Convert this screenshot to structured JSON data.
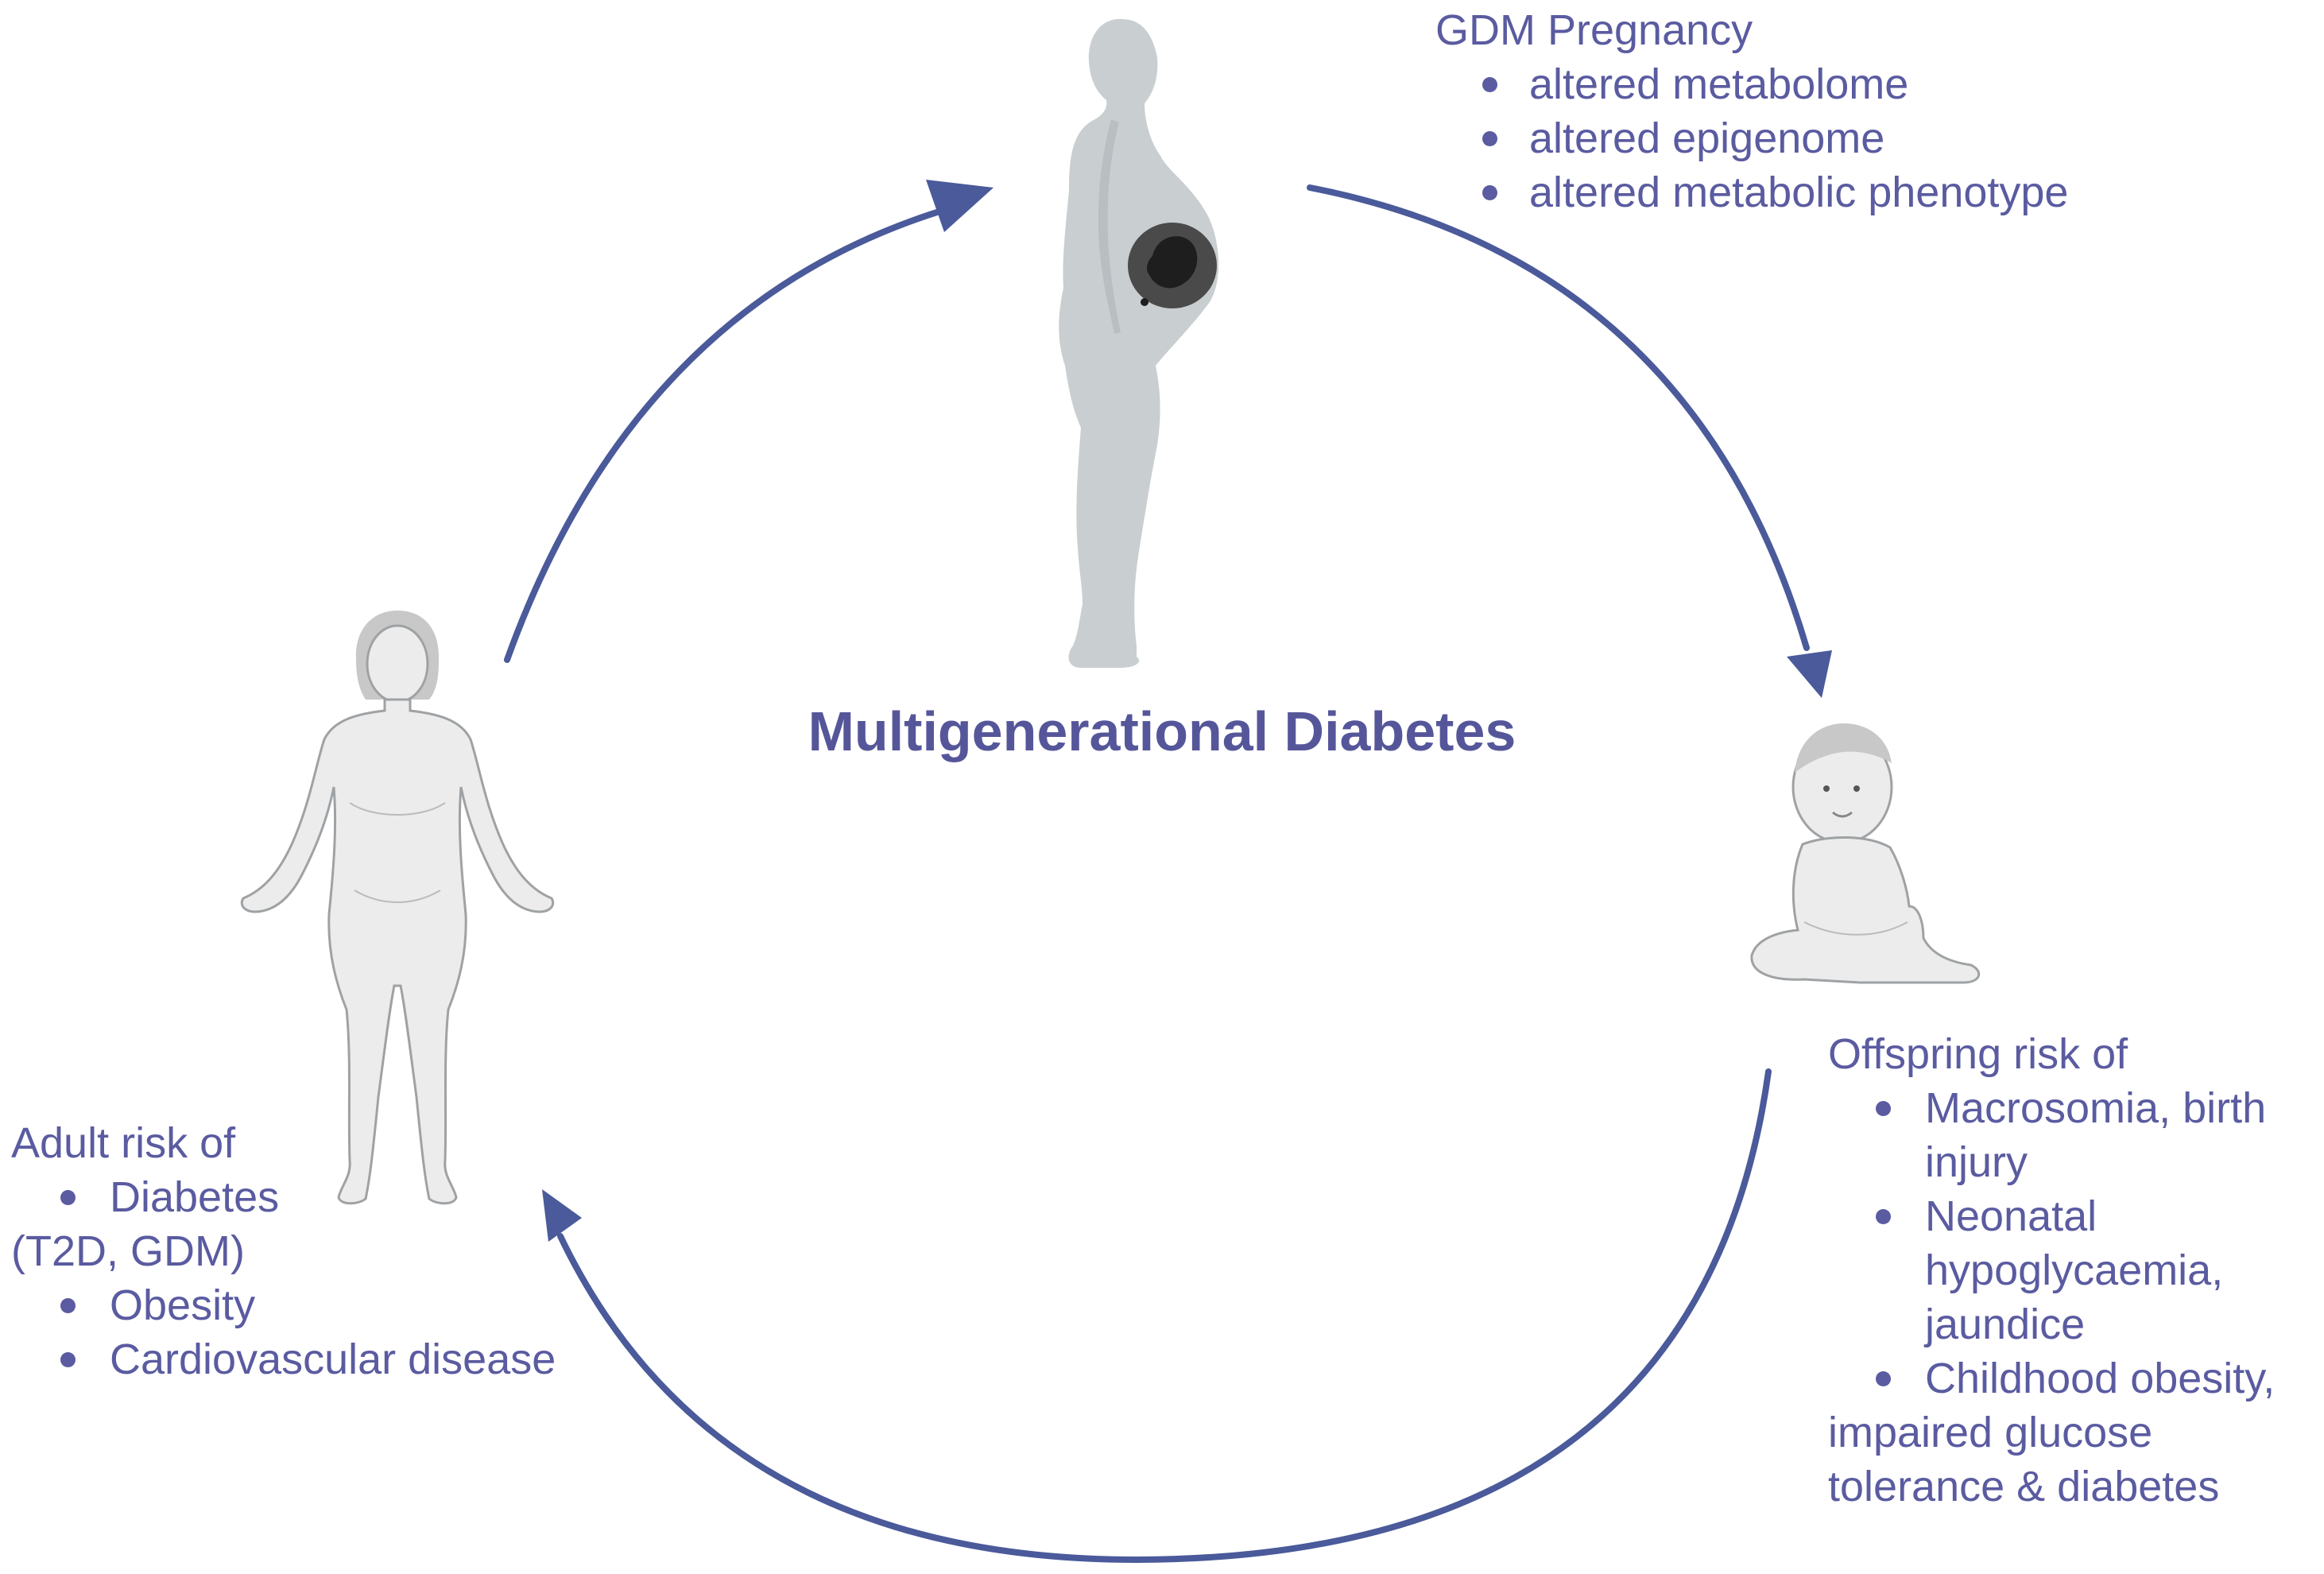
{
  "title": "Multigenerational Diabetes",
  "colors": {
    "text": "#5a5ba0",
    "arrow": "#4a5a9a",
    "figure_grey": "#c9ced0",
    "figure_light": "#eaeaea"
  },
  "figures": [
    "pregnant-woman",
    "baby",
    "adult-woman"
  ],
  "pregnancy": {
    "heading": "GDM Pregnancy",
    "items": [
      "altered metabolome",
      "altered epigenome",
      "altered metabolic phenotype"
    ]
  },
  "offspring": {
    "heading": "Offspring risk of",
    "items": [
      [
        "Macrosomia, birth",
        "injury"
      ],
      [
        "Neonatal",
        "hypoglycaemia,",
        "jaundice"
      ],
      [
        "Childhood obesity,"
      ]
    ],
    "trailing": [
      "impaired glucose",
      "tolerance & diabetes"
    ]
  },
  "adult": {
    "heading": "Adult risk of",
    "item1": "Diabetes",
    "item1_cont": "(T2D, GDM)",
    "items": [
      "Obesity",
      "Cardiovascular disease"
    ]
  }
}
